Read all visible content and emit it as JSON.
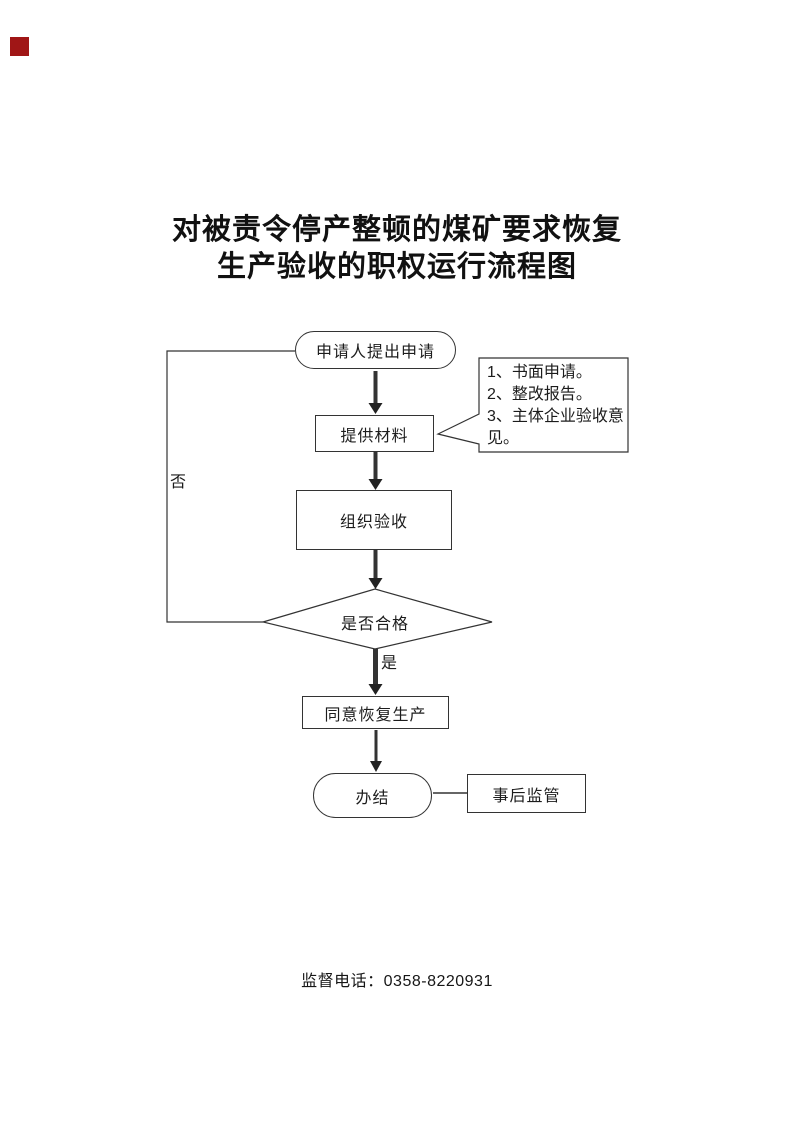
{
  "marker": {
    "color": "#a01616"
  },
  "title": {
    "line1": "对被责令停产整顿的煤矿要求恢复",
    "line2": "生产验收的职权运行流程图"
  },
  "flowchart": {
    "nodes": [
      {
        "id": "start",
        "type": "terminator",
        "label": "申请人提出申请"
      },
      {
        "id": "materials",
        "type": "process",
        "label": "提供材料"
      },
      {
        "id": "organize",
        "type": "process",
        "label": "组织验收"
      },
      {
        "id": "decision",
        "type": "decision",
        "label": "是否合格"
      },
      {
        "id": "approve",
        "type": "process",
        "label": "同意恢复生产"
      },
      {
        "id": "end",
        "type": "terminator",
        "label": "办结"
      },
      {
        "id": "supervision",
        "type": "process",
        "label": "事后监管"
      }
    ],
    "edge_labels": {
      "no": "否",
      "yes": "是"
    },
    "note": {
      "text": "1、书面申请。\n2、整改报告。\n3、主体企业验收意\n见。"
    }
  },
  "footer": {
    "phone": "监督电话：0358-8220931"
  }
}
